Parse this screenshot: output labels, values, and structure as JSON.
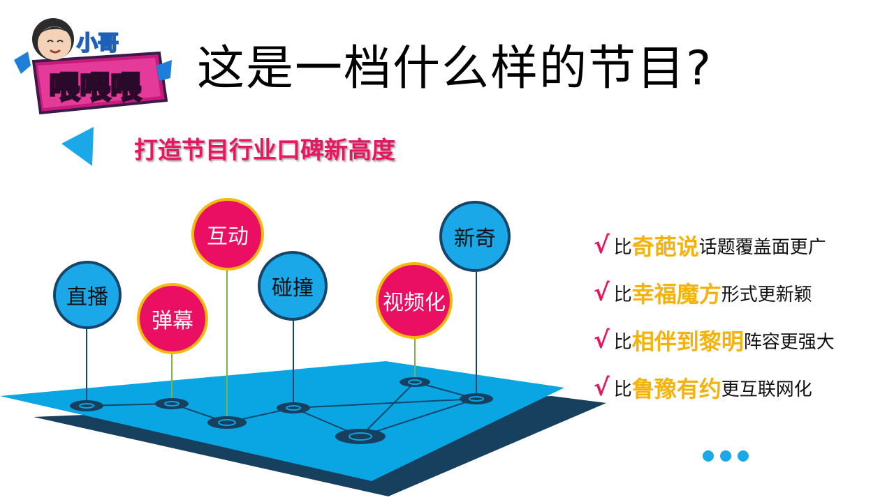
{
  "logo": {
    "top_text": "小哥",
    "main_text": "喂喂喂"
  },
  "title": "这是一档什么样的节目?",
  "subtitle": "打造节目行业口碑新高度",
  "bubbles": {
    "zhibo": "直播",
    "danmu": "弹幕",
    "hudong": "互动",
    "pengzhuang": "碰撞",
    "shipinhua": "视频化",
    "xinqi": "新奇"
  },
  "comparisons": [
    {
      "check": "√",
      "prefix": "比",
      "highlight": "奇葩说",
      "suffix": "话题覆盖面更广"
    },
    {
      "check": "√",
      "prefix": "比",
      "highlight": "幸福魔方",
      "suffix": "形式更新颖"
    },
    {
      "check": "√",
      "prefix": "比",
      "highlight": "相伴到黎明",
      "suffix": "阵容更强大"
    },
    {
      "check": "√",
      "prefix": "比",
      "highlight": "鲁豫有约",
      "suffix": "更互联网化"
    }
  ],
  "colors": {
    "blue": "#1aa8e8",
    "navy": "#16456a",
    "pink": "#ea0f62",
    "gold": "#f5b20a"
  }
}
